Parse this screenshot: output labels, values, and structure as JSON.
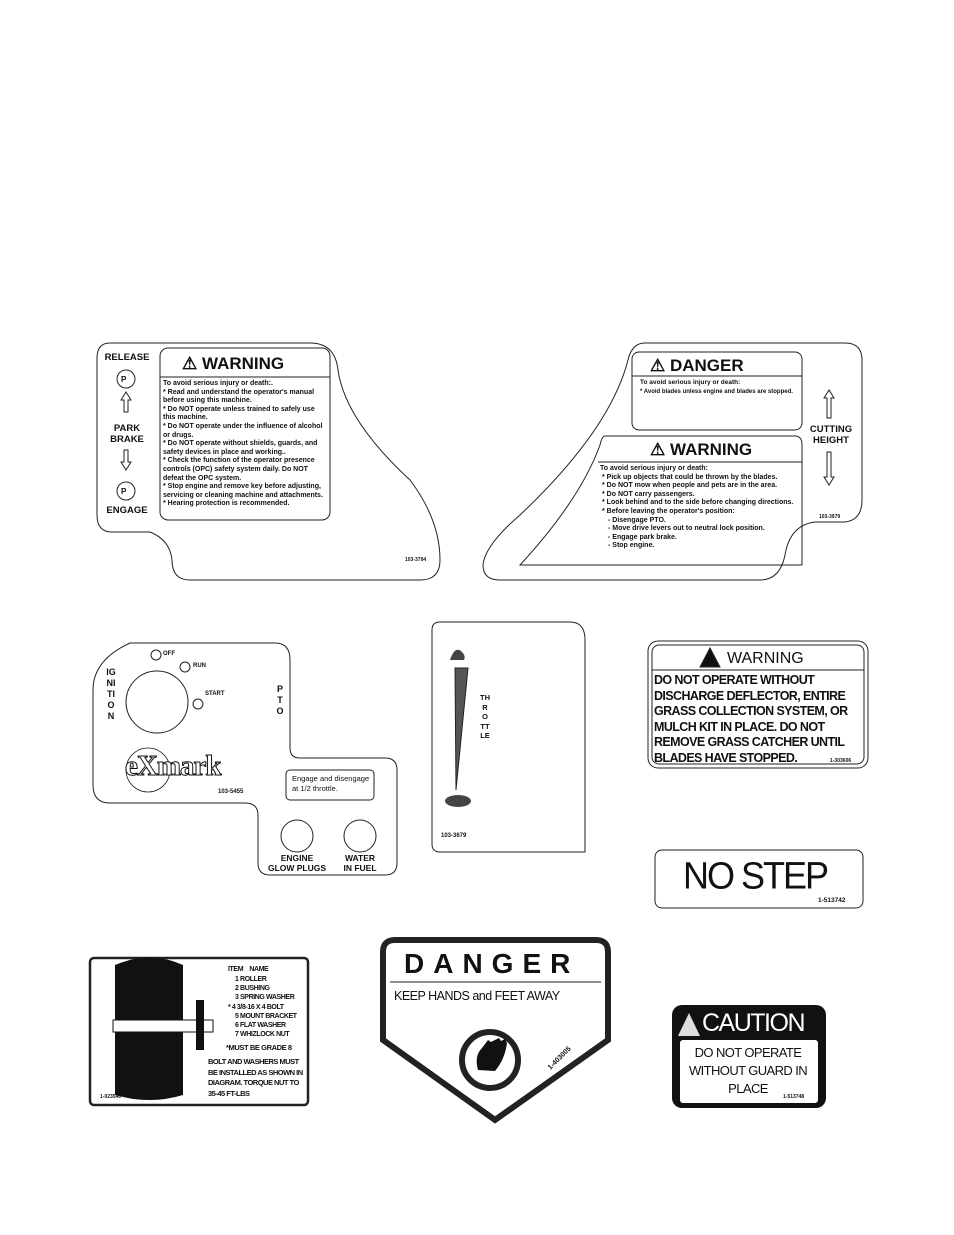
{
  "decal_park_brake": {
    "release": "RELEASE",
    "park": "PARK",
    "brake": "BRAKE",
    "engage": "ENGAGE",
    "p": "P",
    "heading": "WARNING",
    "intro": "To avoid serious injury or death:.",
    "items": [
      "* Read and understand the operator's manual before using this machine.",
      "* Do NOT operate unless trained to safely use this machine.",
      "* Do NOT operate under the influence of alcohol or drugs.",
      "* Do NOT operate without shields, guards, and safety devices in place and working..",
      "* Check the function of the operator presence controls (OPC) safety system daily.  Do NOT defeat the OPC system.",
      "* Stop engine and remove key before adjusting, servicing or cleaning machine and attachments.",
      "* Hearing protection is recommended."
    ],
    "part": "103-3794"
  },
  "decal_cutting_height": {
    "danger_heading": "DANGER",
    "danger_intro": "To avoid serious injury or death:",
    "danger_item": "* Avoid blades unless engine and blades are stopped.",
    "warning_heading": "WARNING",
    "warning_intro": "To avoid serious injury or death:",
    "items": [
      "* Pick up objects that could be thrown by the blades.",
      "* Do NOT mow when people and pets are in the area.",
      "* Do NOT carry passengers.",
      "* Look behind and to the side before changing directions.",
      "* Before leaving the operator's position:",
      "- Disengage PTO.",
      "- Move drive levers out to neutral lock position.",
      "- Engage park brake.",
      "- Stop engine."
    ],
    "cutting": "CUTTING",
    "height": "HEIGHT",
    "part": "103-3979"
  },
  "decal_ignition": {
    "ignition": "IGNITION",
    "off": "OFF",
    "run": "RUN",
    "start": "START",
    "pto": "PTO",
    "logo": "eXmark",
    "part": "103-5455",
    "note": "Engage and disengage at 1/2 throttle.",
    "glow1": "ENGINE",
    "glow2": "GLOW PLUGS",
    "water1": "WATER",
    "water2": "IN FUEL"
  },
  "decal_throttle": {
    "label": "THROTTLE",
    "part": "103-3679"
  },
  "decal_warning_discharge": {
    "heading": "WARNING",
    "body": "DO NOT OPERATE WITHOUT DISCHARGE DEFLECTOR, ENTIRE GRASS COLLECTION SYSTEM, OR MULCH KIT IN PLACE.  DO NOT REMOVE GRASS CATCHER UNTIL BLADES HAVE STOPPED.",
    "part": "1-303606"
  },
  "decal_no_step": {
    "text": "NO STEP",
    "part": "1-513742"
  },
  "decal_roller": {
    "col1": "ITEM",
    "col2": "NAME",
    "items": [
      "1 ROLLER",
      "2 BUSHING",
      "3 SPRING WASHER",
      "* 4 3/8-16 X 4 BOLT",
      "5 MOUNT BRACKET",
      "6 FLAT WASHER",
      "7 WHIZLOCK NUT"
    ],
    "grade": "*MUST BE GRADE 8",
    "note": "BOLT AND WASHERS MUST BE INSTALLED AS SHOWN IN DIAGRAM. TORQUE NUT TO 35-45 FT-LBS",
    "part": "1-023540"
  },
  "decal_danger_hands": {
    "heading": "DANGER",
    "text": "KEEP HANDS and FEET AWAY",
    "part": "1-403005"
  },
  "decal_caution": {
    "heading": "CAUTION",
    "body": "DO NOT OPERATE WITHOUT GUARD IN PLACE",
    "part": "1-513748"
  }
}
